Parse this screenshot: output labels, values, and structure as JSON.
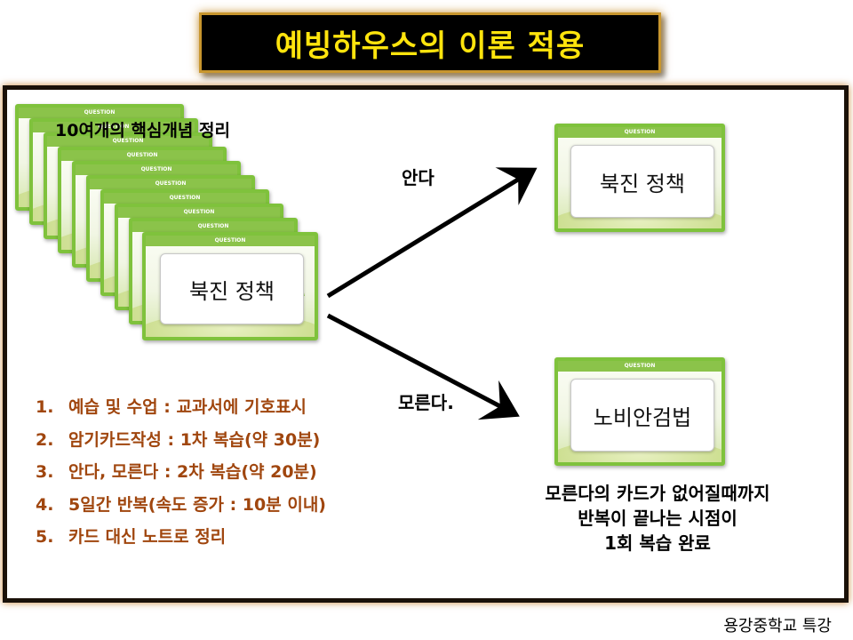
{
  "title": "예빙하우스의 이론 적용",
  "stack": {
    "heading": "10여개의 핵심개념 정리",
    "front_card_text": "북진 정책",
    "card_header": "QUESTION"
  },
  "branches": {
    "know_label": "안다",
    "dont_know_label": "모른다.",
    "know_card_text": "북진 정책",
    "dont_know_card_text": "노비안검법"
  },
  "steps": [
    {
      "num": "1.",
      "text": "예습 및 수업 : 교과서에 기호표시"
    },
    {
      "num": "2.",
      "text": "암기카드작성 : 1차 복습(약 30분)"
    },
    {
      "num": "3.",
      "text": "안다, 모른다 : 2차 복습(약 20분)"
    },
    {
      "num": "4.",
      "text": "5일간 반복(속도 증가 : 10분 이내)"
    },
    {
      "num": "5.",
      "text": "카드 대신 노트로 정리"
    }
  ],
  "caption": {
    "line1": "모른다의 카드가 없어질때까지",
    "line2": "반복이 끝나는 시점이",
    "line3": "1회 복습 완료"
  },
  "footer": "용강중학교  특강",
  "colors": {
    "title_bg": "#000000",
    "title_text": "#ffe40d",
    "card_border": "#7fc23c",
    "list_text": "#a0460e"
  }
}
